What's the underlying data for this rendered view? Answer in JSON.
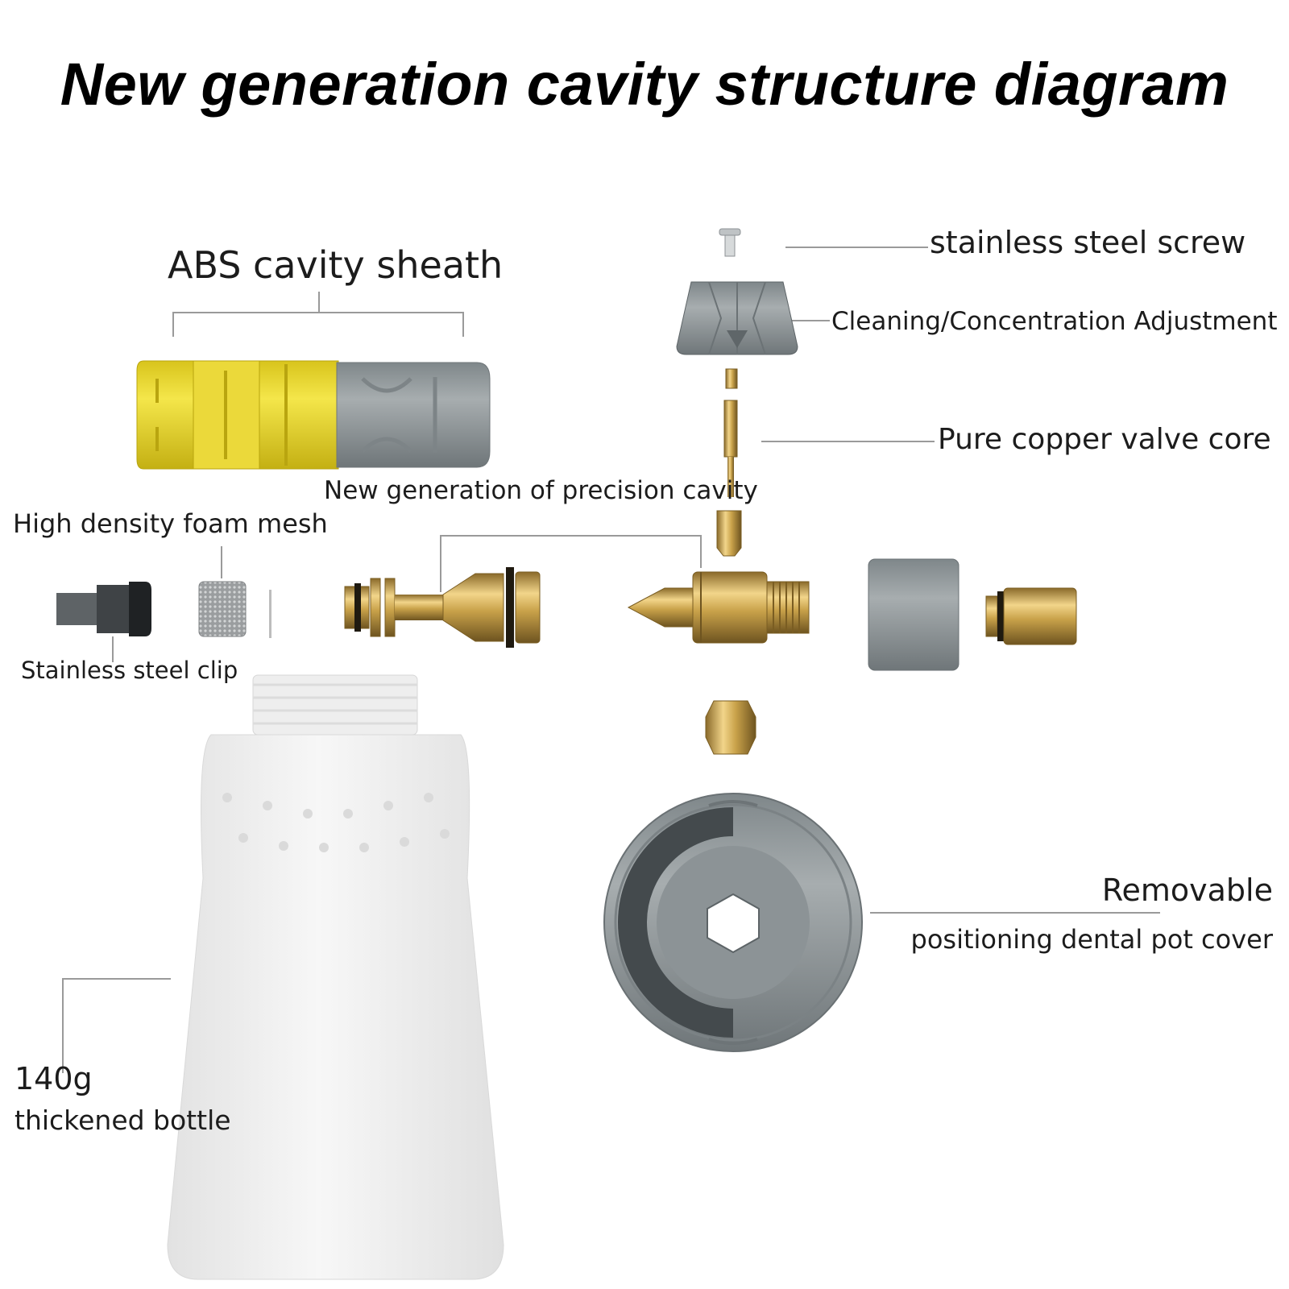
{
  "title": "New generation cavity structure diagram",
  "labels": {
    "abs_sheath": "ABS cavity sheath",
    "screw": "stainless steel screw",
    "adjustment": "Cleaning/Concentration Adjustment",
    "valve_core": "Pure copper valve core",
    "precision_cavity": "New generation of precision cavity",
    "foam_mesh": "High density foam mesh",
    "steel_clip": "Stainless steel clip",
    "removable": "Removable",
    "pot_cover": "positioning dental pot cover",
    "bottle_weight": "140g",
    "bottle": "thickened bottle"
  },
  "colors": {
    "yellow": "#f0e03a",
    "gray": "#8f9698",
    "dark_gray": "#4a4f52",
    "brass": "#c9a24a",
    "leader": "#9a9a9a"
  }
}
